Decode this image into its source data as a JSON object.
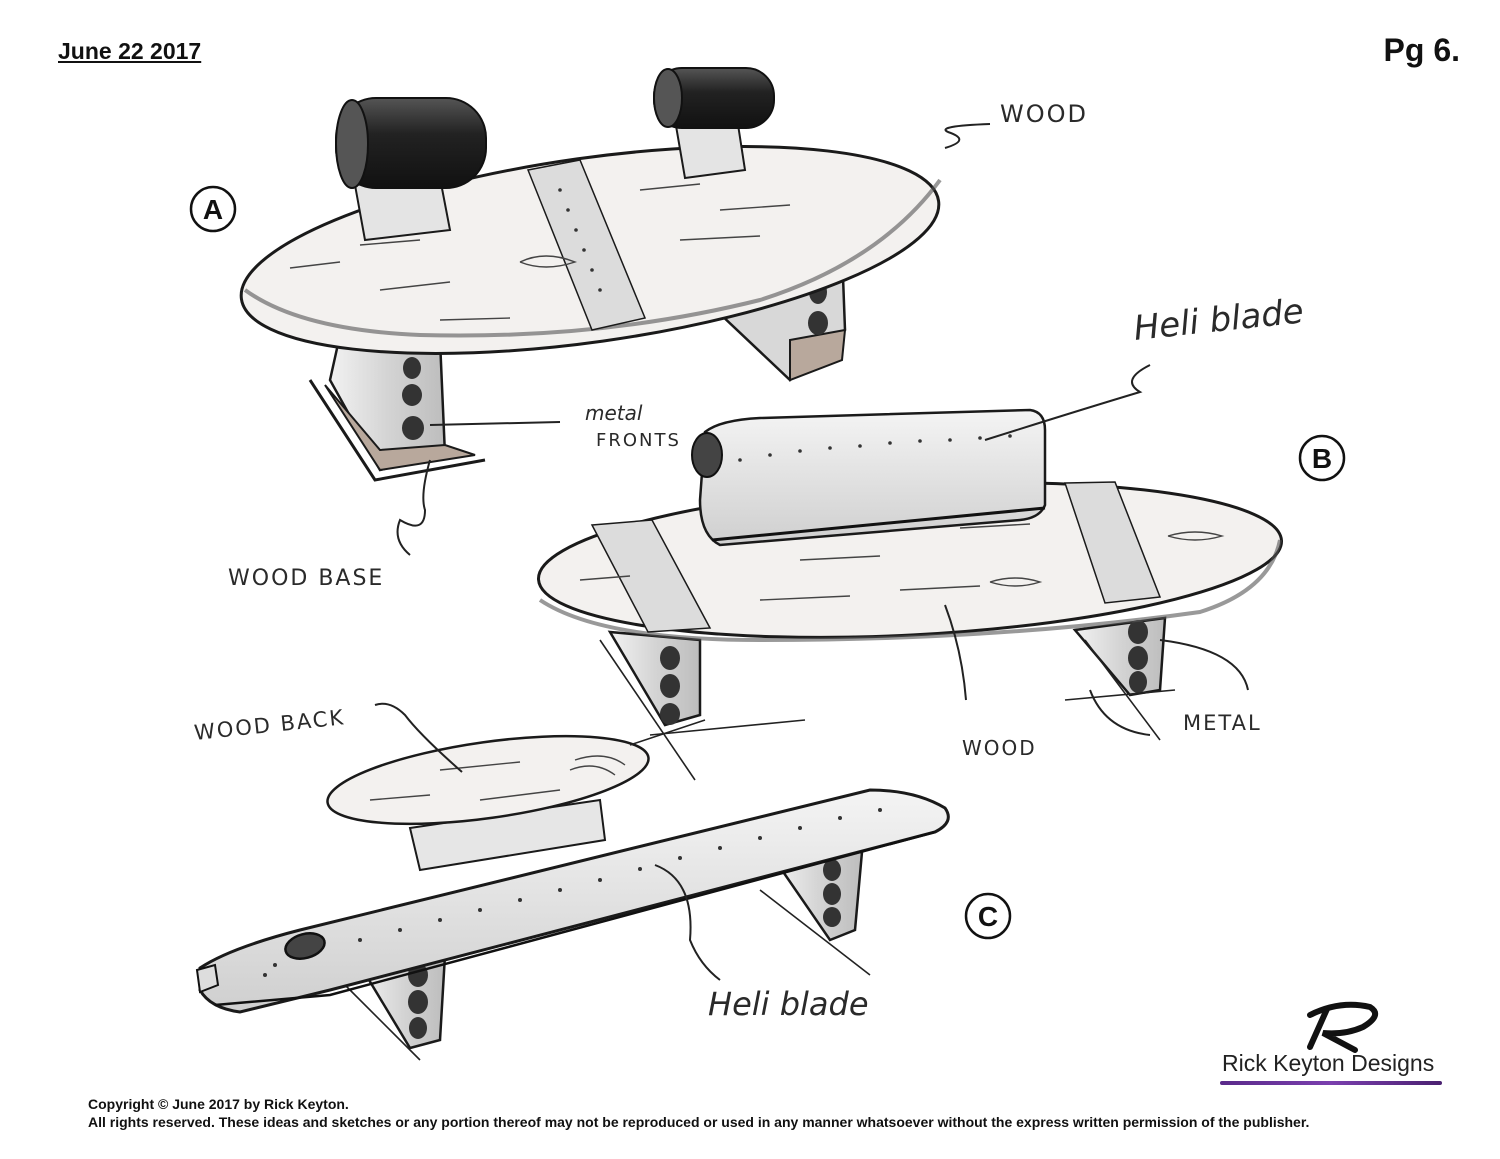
{
  "header": {
    "date": "June 22 2017",
    "page": "Pg 6."
  },
  "labels": {
    "a": "A",
    "b": "B",
    "c": "C"
  },
  "annotations": {
    "wood_top": "WOOD",
    "metal_fronts_1": "metal",
    "metal_fronts_2": "FRONTS",
    "wood_base": "WOOD BASE",
    "heli_blade_b": "Heli blade",
    "wood_b": "WOOD",
    "metal_b": "METAL",
    "wood_back": "WOOD BACK",
    "heli_blade_c": "Heli blade"
  },
  "logo": {
    "text": "Rick Keyton Designs",
    "mark": "RK monogram"
  },
  "footer": {
    "copyright_line": "Copyright © June 2017 by Rick Keyton.",
    "rights_line": "All rights reserved. These ideas and sketches or any portion thereof may not be reproduced or used in any manner whatsoever without the express written permission of the publisher."
  },
  "colors": {
    "ink": "#1a1a1a",
    "wood_tone": "#c9bfb5",
    "metal_tone": "#d9d9d9",
    "logo_accent": "#5a2a8a"
  }
}
